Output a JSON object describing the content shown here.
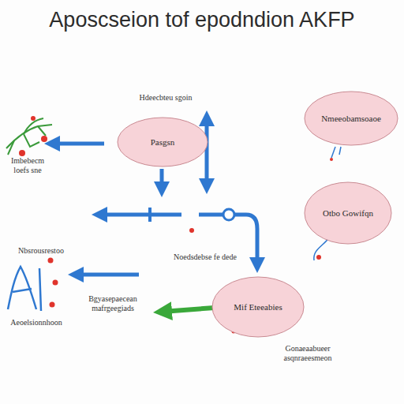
{
  "diagram": {
    "title": "Aposcseion tof epodndion AKFP",
    "nodes": [
      {
        "text": [
          "Pasgsn"
        ]
      },
      {
        "text": [
          "Nmeeobamsoaoe"
        ]
      },
      {
        "text": [
          "Otbo Gowifqn"
        ]
      },
      {
        "text": [
          "Mif Eteeabies"
        ]
      }
    ],
    "labels": [
      "Hdeecbteu sgoin",
      "Imbebecm loefs sne",
      "Nbsrousrestoo",
      "Noedsdebse fe dede",
      "Aeoelsionnhoon",
      "Bgyasepaecean mafrgeegiads",
      "Gonaeaabueer asqnraeesmeon"
    ]
  }
}
